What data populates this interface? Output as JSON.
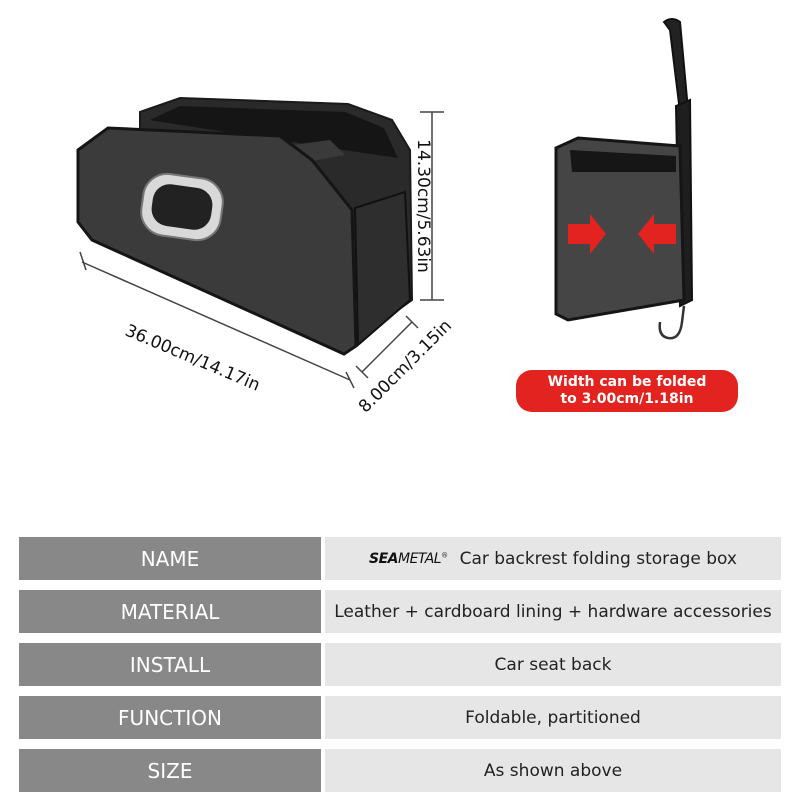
{
  "dimensions": {
    "length": "36.00cm/14.17in",
    "height": "14.30cm/5.63in",
    "depth": "8.00cm/3.15in"
  },
  "fold_note": {
    "line1": "Width can be folded",
    "line2": "to 3.00cm/1.18in"
  },
  "colors": {
    "accent_red": "#e2231f",
    "label_gray": "#888888",
    "value_gray": "#e6e6e6"
  },
  "brand": {
    "strong": "SEA",
    "light": "METAL",
    "mark": "®"
  },
  "specs": [
    {
      "key": "NAME",
      "value": "Car backrest folding storage box"
    },
    {
      "key": "MATERIAL",
      "value": "Leather + cardboard lining + hardware accessories"
    },
    {
      "key": "INSTALL",
      "value": "Car seat back"
    },
    {
      "key": "FUNCTION",
      "value": "Foldable, partitioned"
    },
    {
      "key": "SIZE",
      "value": "As shown above"
    }
  ]
}
